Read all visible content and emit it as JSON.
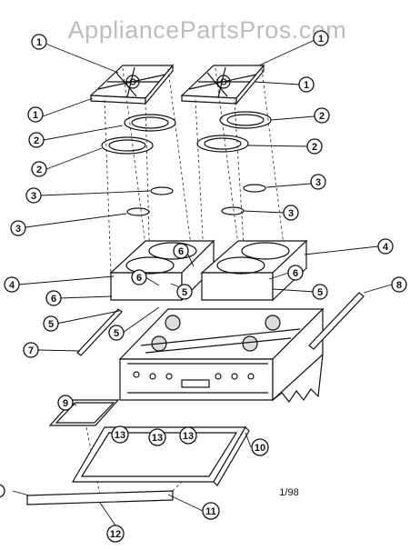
{
  "watermark": "AppliancePartsPros.com",
  "date_code": "1/98",
  "callouts": [
    {
      "num": "1"
    },
    {
      "num": "1"
    },
    {
      "num": "1"
    },
    {
      "num": "1"
    },
    {
      "num": "2"
    },
    {
      "num": "2"
    },
    {
      "num": "2"
    },
    {
      "num": "2"
    },
    {
      "num": "3"
    },
    {
      "num": "3"
    },
    {
      "num": "3"
    },
    {
      "num": "3"
    },
    {
      "num": "4"
    },
    {
      "num": "4"
    },
    {
      "num": "5"
    },
    {
      "num": "5"
    },
    {
      "num": "5"
    },
    {
      "num": "5"
    },
    {
      "num": "6"
    },
    {
      "num": "6"
    },
    {
      "num": "6"
    },
    {
      "num": "6"
    },
    {
      "num": "7"
    },
    {
      "num": "8"
    },
    {
      "num": "9"
    },
    {
      "num": "10"
    },
    {
      "num": "11"
    },
    {
      "num": "12"
    },
    {
      "num": "13"
    },
    {
      "num": "13"
    },
    {
      "num": "13"
    }
  ]
}
